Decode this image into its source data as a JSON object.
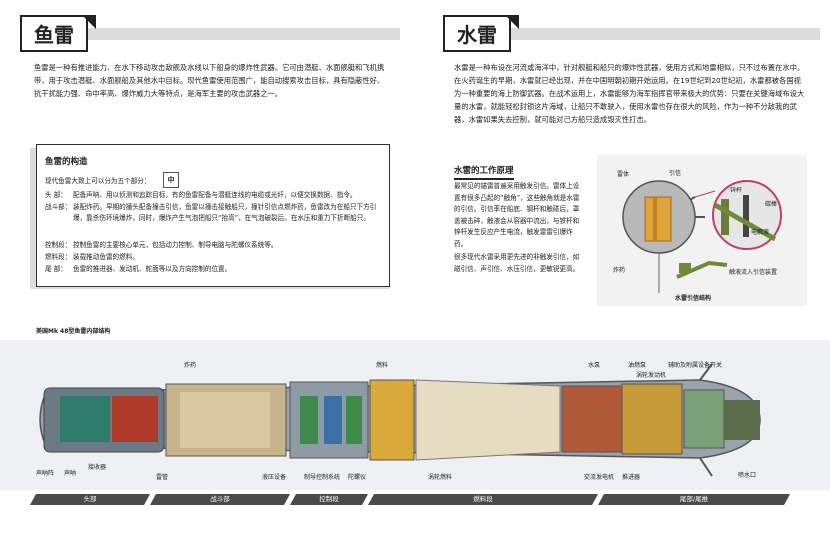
{
  "left": {
    "title": "鱼雷",
    "intro": "鱼雷是一种有推进能力、在水下移动攻击敌舰及水线以下船身的爆炸性武器。它可由潜艇、水面舰艇和飞机携带，用于攻击潜艇、水面舰船及其他水中目标。现代鱼雷使用范围广，能自动搜索攻击目标，具有隐蔽性好、抗干扰能力强、命中率高、爆炸威力大等特点，是海军主要的攻击武器之一。",
    "structure": {
      "title": "鱼雷的构造",
      "lead": "现代鱼雷大致上可以分为五个部分：",
      "badge": "中",
      "items": [
        {
          "k": "头 部：",
          "v": "配备声呐、用以侦测和追踪目标，有的鱼雷配备与潜艇连线的电缆或光纤，以便交换数据、指令。"
        },
        {
          "k": "战斗部：",
          "v": "装配炸药。早期的撞头配备撞击引信，鱼雷以撞击接触船只，撞针引信点燃炸药，鱼雷改为在船只下方引爆，靠杀伤环境爆炸，同时，爆炸产生气泡把船只“抬高”，在气泡破裂后，在水压和重力下折断船只。"
        },
        {
          "k": "控制段：",
          "v": "控制鱼雷的主要核心单元，包括动力控制、制导电脑与陀螺仪系统等。"
        },
        {
          "k": "燃料段：",
          "v": "装载推动鱼雷的燃料。"
        },
        {
          "k": "尾 部：",
          "v": "鱼雷的推进器、发动机、舵面等以及方向控制的位置。"
        }
      ]
    },
    "diagram_caption": "美国Mk 48型鱼雷内部结构"
  },
  "right": {
    "title": "水雷",
    "intro": "水雷是一种布设在河流或海洋中，针对舰艇和船只的爆炸性武器，使用方式和地雷相似，只不过布置在水中。在火药诞生的早期，水雷就已经出现，并在中国明朝初期开始运用。在19世纪到20世纪初，水雷都被各国视为一种重要的海上防御武器。在战术运用上，水雷能够为海军指挥官带来极大的优势：只要在关键海域布设大量的水雷，就能轻松封锁这片海域，让船只不敢驶入，使用水雷也存在很大的风险，作为一种不分敌我的武器，水雷如果失去控制，就可能对己方船只造成毁灭性打击。",
    "work": {
      "title": "水雷的工作原理",
      "p1": "最常见的锚雷普遍采用触发引信。雷体上设置有很多凸起的“触角”，这些触角就是水雷的引信。引信率在船底、钢杆和触碰后，罩盖被击碎，触液会从容器中流出，与铁杆和锌杆发生反应产生电流，触发雷雷引爆炸药。",
      "p2": "很多现代水雷采用更先进的非触发引信，如磁引信、声引信、水压引信，更敏锐更高。"
    },
    "mine_labels": {
      "housing": "雷体",
      "horn": "引信",
      "charge": "炸药",
      "zinc": "锌杆",
      "carbon": "碳棒",
      "electrolyte": "电解液",
      "detonator": "触液流入引信装置",
      "caption": "水雷引信结构"
    }
  },
  "torpedo": {
    "labels_top": [
      "炸药",
      "燃料",
      "水泵",
      "油燃泵",
      "涡轮发动机",
      "辅助及附属设备开关"
    ],
    "labels_bottom": [
      "声呐阵",
      "声呐",
      "接收器",
      "雷管",
      "液压设备",
      "制导控制系统",
      "陀螺仪",
      "涡轮燃料",
      "交流发电机",
      "推进器",
      "喷水口"
    ],
    "sections": [
      "头部",
      "战斗部",
      "控制段",
      "燃料段",
      "尾部/尾推"
    ]
  },
  "colors": {
    "accent_dark": "#222222",
    "grey_band": "#dcdcdc",
    "mine_orange": "#e0a23a"
  }
}
